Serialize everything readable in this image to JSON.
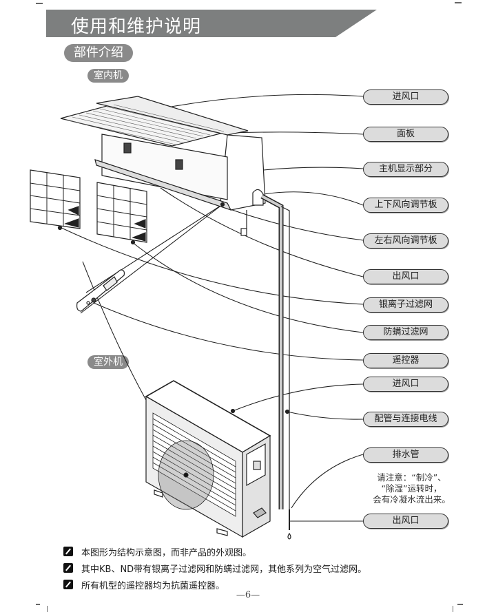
{
  "header": {
    "title": "使用和维护说明"
  },
  "section": {
    "title": "部件介绍"
  },
  "groups": {
    "indoor": "室内机",
    "outdoor": "室外机"
  },
  "callouts": [
    {
      "label": "进风口"
    },
    {
      "label": "面板"
    },
    {
      "label": "主机显示部分"
    },
    {
      "label": "上下风向调节板"
    },
    {
      "label": "左右风向调节板"
    },
    {
      "label": "出风口"
    },
    {
      "label": "银离子过滤网"
    },
    {
      "label": "防螨过滤网"
    },
    {
      "label": "遥控器"
    },
    {
      "label": "进风口"
    },
    {
      "label": "配管与连接电线"
    },
    {
      "label": "排水管"
    },
    {
      "label": "出风口"
    }
  ],
  "note": {
    "line1": "请注意：“制冷”、",
    "line2": "“除湿”运转时，",
    "line3": "会有冷凝水流出来。"
  },
  "bullets": [
    {
      "icon": "pencil-note-icon",
      "text": "本图形为结构示意图，而非产品的外观图。"
    },
    {
      "icon": "pencil-note-icon",
      "text": "其中KB、ND带有银离子过滤网和防螨过滤网，其他系列为空气过滤网。"
    },
    {
      "icon": "pencil-note-icon",
      "text": "所有机型的遥控器均为抗菌遥控器。"
    }
  ],
  "footer": {
    "page_number": "—6—"
  },
  "colors": {
    "header_band": "#7d7f7f",
    "pill_dark": "#8a8a8a",
    "callout_fill": "#dcdcdc"
  }
}
